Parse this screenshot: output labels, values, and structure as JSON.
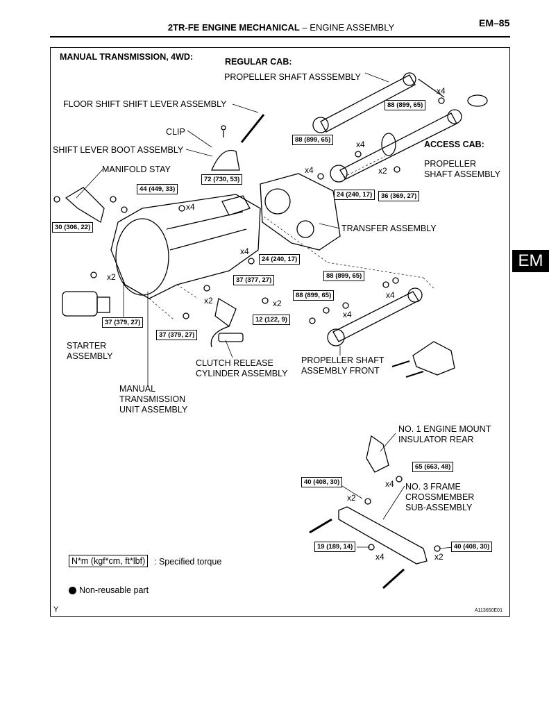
{
  "header": {
    "section": "2TR-FE ENGINE MECHANICAL",
    "dash": "–",
    "subsection": "ENGINE ASSEMBLY",
    "page": "EM–85"
  },
  "side_tab": "EM",
  "diagram": {
    "title": "MANUAL TRANSMISSION, 4WD:",
    "labels": {
      "regular_cab": "REGULAR CAB:",
      "propeller_regular": "PROPELLER SHAFT ASSSEMBLY",
      "floor_shift": "FLOOR SHIFT SHIFT LEVER ASSEMBLY",
      "clip": "CLIP",
      "boot": "SHIFT LEVER BOOT ASSEMBLY",
      "manifold_stay": "MANIFOLD STAY",
      "access_cab": "ACCESS CAB:",
      "propeller_access": "PROPELLER\nSHAFT ASSEMBLY",
      "transfer": "TRANSFER ASSEMBLY",
      "starter": "STARTER\nASSEMBLY",
      "clutch": "CLUTCH RELEASE\nCYLINDER ASSEMBLY",
      "prop_front": "PROPELLER SHAFT\nASSEMBLY FRONT",
      "manual_unit": "MANUAL\nTRANSMISSION\nUNIT ASSEMBLY",
      "mount": "NO. 1 ENGINE MOUNT\nINSULATOR REAR",
      "crossmember": "NO. 3 FRAME\nCROSSMEMBER\nSUB-ASSEMBLY"
    },
    "torques": {
      "t1": "88 (899, 65)",
      "t2": "88 (899, 65)",
      "t3": "72 (730, 53)",
      "t4": "44 (449, 33)",
      "t5": "24 (240, 17)",
      "t6": "36 (369, 27)",
      "t7": "30 (306, 22)",
      "t8": "24 (240, 17)",
      "t9": "88 (899, 65)",
      "t10": "37 (377, 27)",
      "t11": "88 (899, 65)",
      "t12": "12 (122, 9)",
      "t13": "37 (379, 27)",
      "t14": "37 (379, 27)",
      "t15": "65 (663, 48)",
      "t16": "40 (408, 30)",
      "t17": "19 (189, 14)",
      "t18": "40 (408, 30)"
    },
    "quantities": {
      "q1": "x4",
      "q2": "x4",
      "q3": "x2",
      "q4": "x4",
      "q5": "x4",
      "q6": "x4",
      "q7": "x2",
      "q8": "x2",
      "q9": "x2",
      "q10": "x4",
      "q11": "x4",
      "q12": "x4",
      "q13": "x2",
      "q14": "x4",
      "q15": "x2"
    },
    "legend": {
      "torque_box": "N*m (kgf*cm, ft*lbf)",
      "torque_text": ": Specified torque",
      "nonreusable": "Non-reusable part"
    },
    "corner_mark": "Y",
    "figure_id": "A113650E01"
  }
}
